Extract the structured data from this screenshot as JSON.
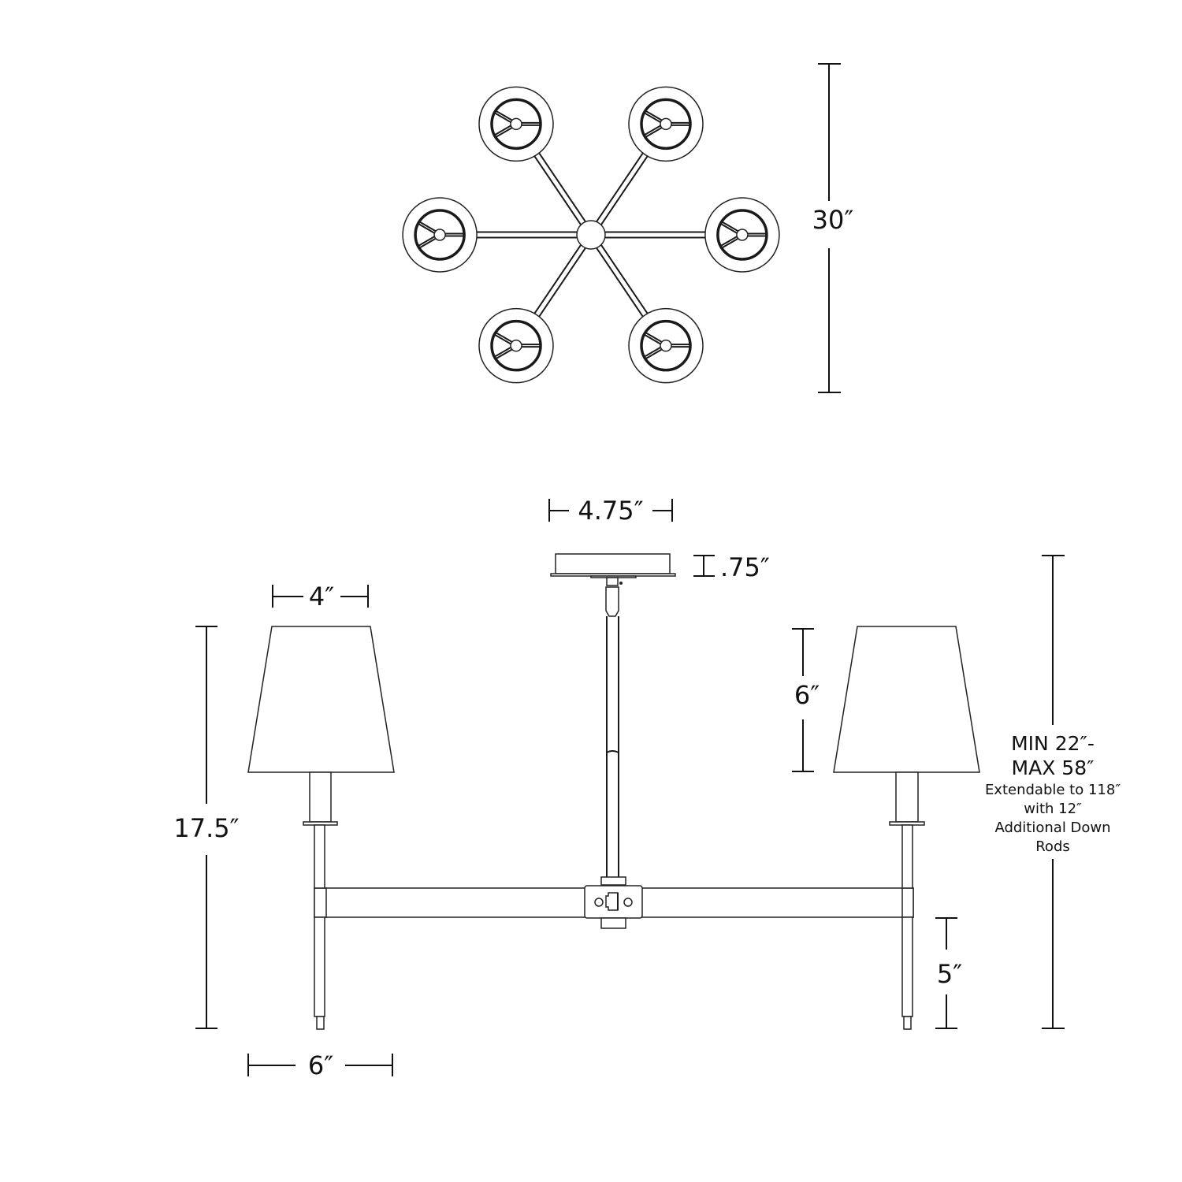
{
  "top_view": {
    "height_label": "30″",
    "arm_count": 6
  },
  "side_view": {
    "canopy_width_label": "4.75″",
    "canopy_height_label": ".75″",
    "shade_top_width_label": "4″",
    "shade_bottom_width_label": "6″",
    "shade_height_label": "6″",
    "fixture_height_label": "17.5″",
    "rod_below_arm_label": "5″",
    "overall_height": {
      "line1": "MIN 22″-",
      "line2": "MAX 58″",
      "note1": "Extendable to 118″",
      "note2": "with 12″",
      "note3": "Additional Down",
      "note4": "Rods"
    }
  }
}
